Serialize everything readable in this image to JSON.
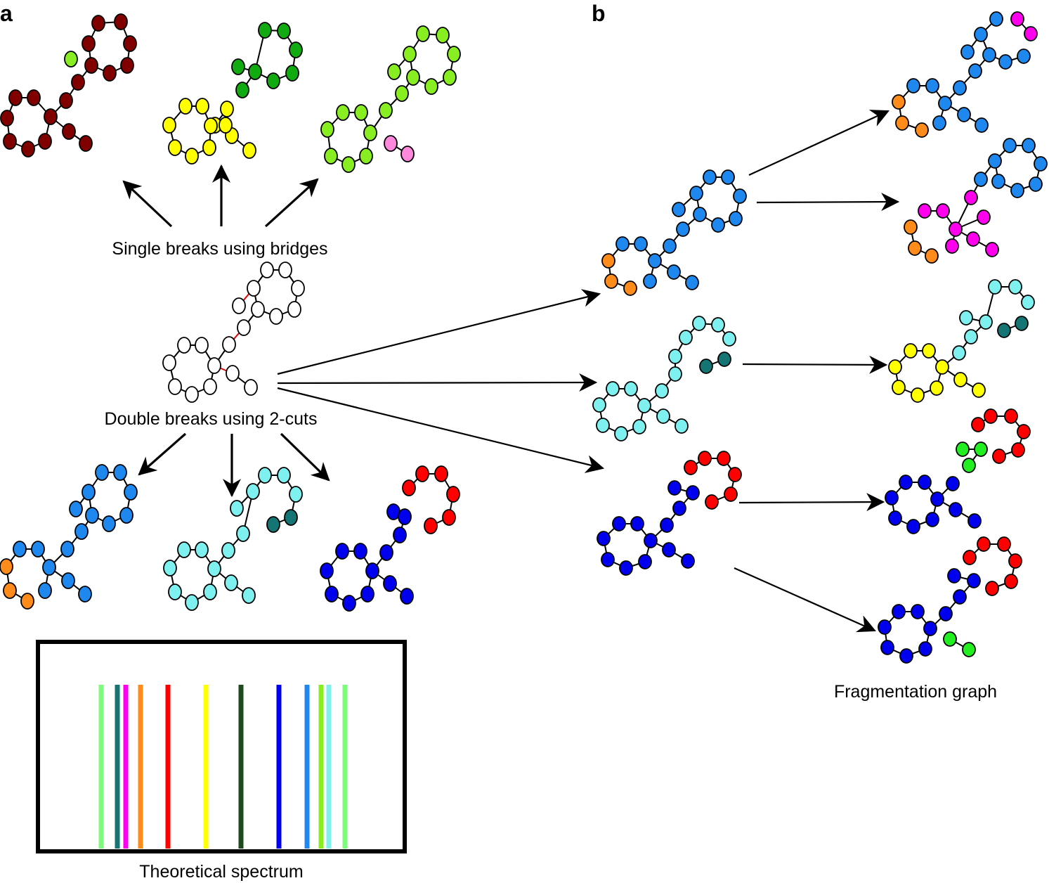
{
  "panels": {
    "a": "a",
    "b": "b"
  },
  "labels": {
    "single_breaks": "Single breaks using bridges",
    "double_breaks": "Double breaks using 2-cuts",
    "spectrum": "Theoretical spectrum",
    "fragmentation": "Fragmentation graph"
  },
  "colors": {
    "white": "#ffffff",
    "maroon": "#800000",
    "light_green": "#88ee22",
    "green": "#11aa11",
    "yellow": "#ffff00",
    "pink": "#ff88dd",
    "sky_blue": "#1e88ee",
    "orange": "#ff8c1a",
    "cyan": "#7ff0f0",
    "teal": "#157575",
    "red": "#ff0000",
    "blue": "#0000ee",
    "magenta": "#ff00ee",
    "bright_green": "#22ee22"
  },
  "spectrum_lines": [
    {
      "color": "#7dfb7d"
    },
    {
      "color": "#157575"
    },
    {
      "color": "#ff00ee"
    },
    {
      "color": "#ff8c1a"
    },
    {
      "color": "#ff0000"
    },
    {
      "color": "#ffff00"
    },
    {
      "color": "#1f4a1f"
    },
    {
      "color": "#0000ee"
    },
    {
      "color": "#1e88ee"
    },
    {
      "color": "#88ee22"
    },
    {
      "color": "#7ff0f0"
    },
    {
      "color": "#7dfb7d"
    }
  ]
}
